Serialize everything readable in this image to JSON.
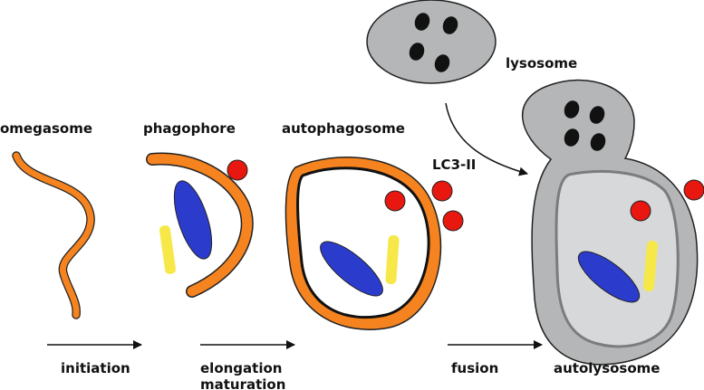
{
  "stages": {
    "omegasome": "omegasome",
    "phagophore": "phagophore",
    "autophagosome": "autophagosome",
    "lysosome": "lysosome",
    "autolysosome": "autolysosome"
  },
  "markers": {
    "lc3": "LC3-II"
  },
  "steps": {
    "initiation": "initiation",
    "elongation": "elongation",
    "maturation": "maturation",
    "fusion": "fusion"
  },
  "colors": {
    "membrane": "#f5831f",
    "lc3": "#e8170f",
    "cargo_blue": "#2b3ccc",
    "cargo_yellow": "#f7e84a",
    "lysosome": "#b4b6b7",
    "lumen": "#d7d8d9",
    "content": "#111111"
  }
}
